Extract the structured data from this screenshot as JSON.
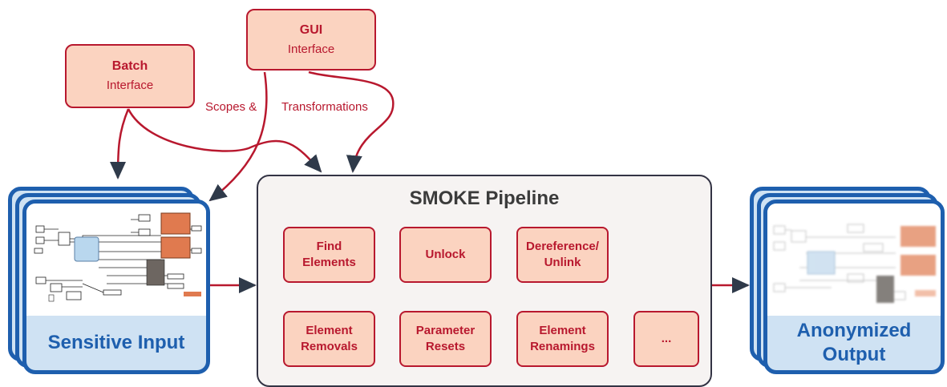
{
  "interfaces": {
    "gui": {
      "title": "GUI",
      "subtitle": "Interface"
    },
    "batch": {
      "title": "Batch",
      "subtitle": "Interface"
    }
  },
  "annotations": {
    "scopes": "Scopes &",
    "transformations": "Transformations"
  },
  "input": {
    "caption": "Sensitive Input"
  },
  "output": {
    "caption": "Anonymized Output"
  },
  "pipeline": {
    "title": "SMOKE Pipeline",
    "steps": [
      {
        "label": "Find Elements"
      },
      {
        "label": "Unlock"
      },
      {
        "label": "Dereference/ Unlink"
      },
      {
        "label": "Element Removals"
      },
      {
        "label": "Parameter Resets"
      },
      {
        "label": "Element Renamings"
      },
      {
        "label": "..."
      }
    ]
  },
  "colors": {
    "accent_red": "#b8182e",
    "box_fill": "#fbd3c0",
    "blue": "#1e5fae",
    "blue_fill": "#cfe2f3",
    "arrow_dark": "#2f3a4a"
  }
}
